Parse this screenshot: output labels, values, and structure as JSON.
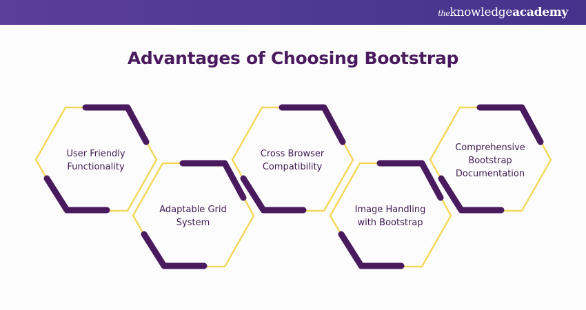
{
  "header": {
    "brand_prefix": "the",
    "brand_main": "knowledge",
    "brand_suffix": "academy",
    "background_color": "#4f3a93"
  },
  "title": "Advantages of Choosing Bootstrap",
  "colors": {
    "title": "#4a1a5e",
    "accent_purple": "#4a1a5e",
    "outline_yellow": "#f3d85a",
    "label_text": "#3e1850"
  },
  "hexagons": [
    {
      "label": "User Friendly Functionality",
      "lines": [
        "User Friendly",
        "Functionality"
      ]
    },
    {
      "label": "Adaptable Grid System",
      "lines": [
        "Adaptable Grid",
        "System"
      ]
    },
    {
      "label": "Cross Browser Compatibility",
      "lines": [
        "Cross Browser",
        "Compatibility"
      ]
    },
    {
      "label": "Image Handling with Bootstrap",
      "lines": [
        "Image Handling",
        "with Bootstrap"
      ]
    },
    {
      "label": "Comprehensive Bootstrap Documentation",
      "lines": [
        "Comprehensive",
        "Bootstrap",
        "Documentation"
      ]
    }
  ]
}
